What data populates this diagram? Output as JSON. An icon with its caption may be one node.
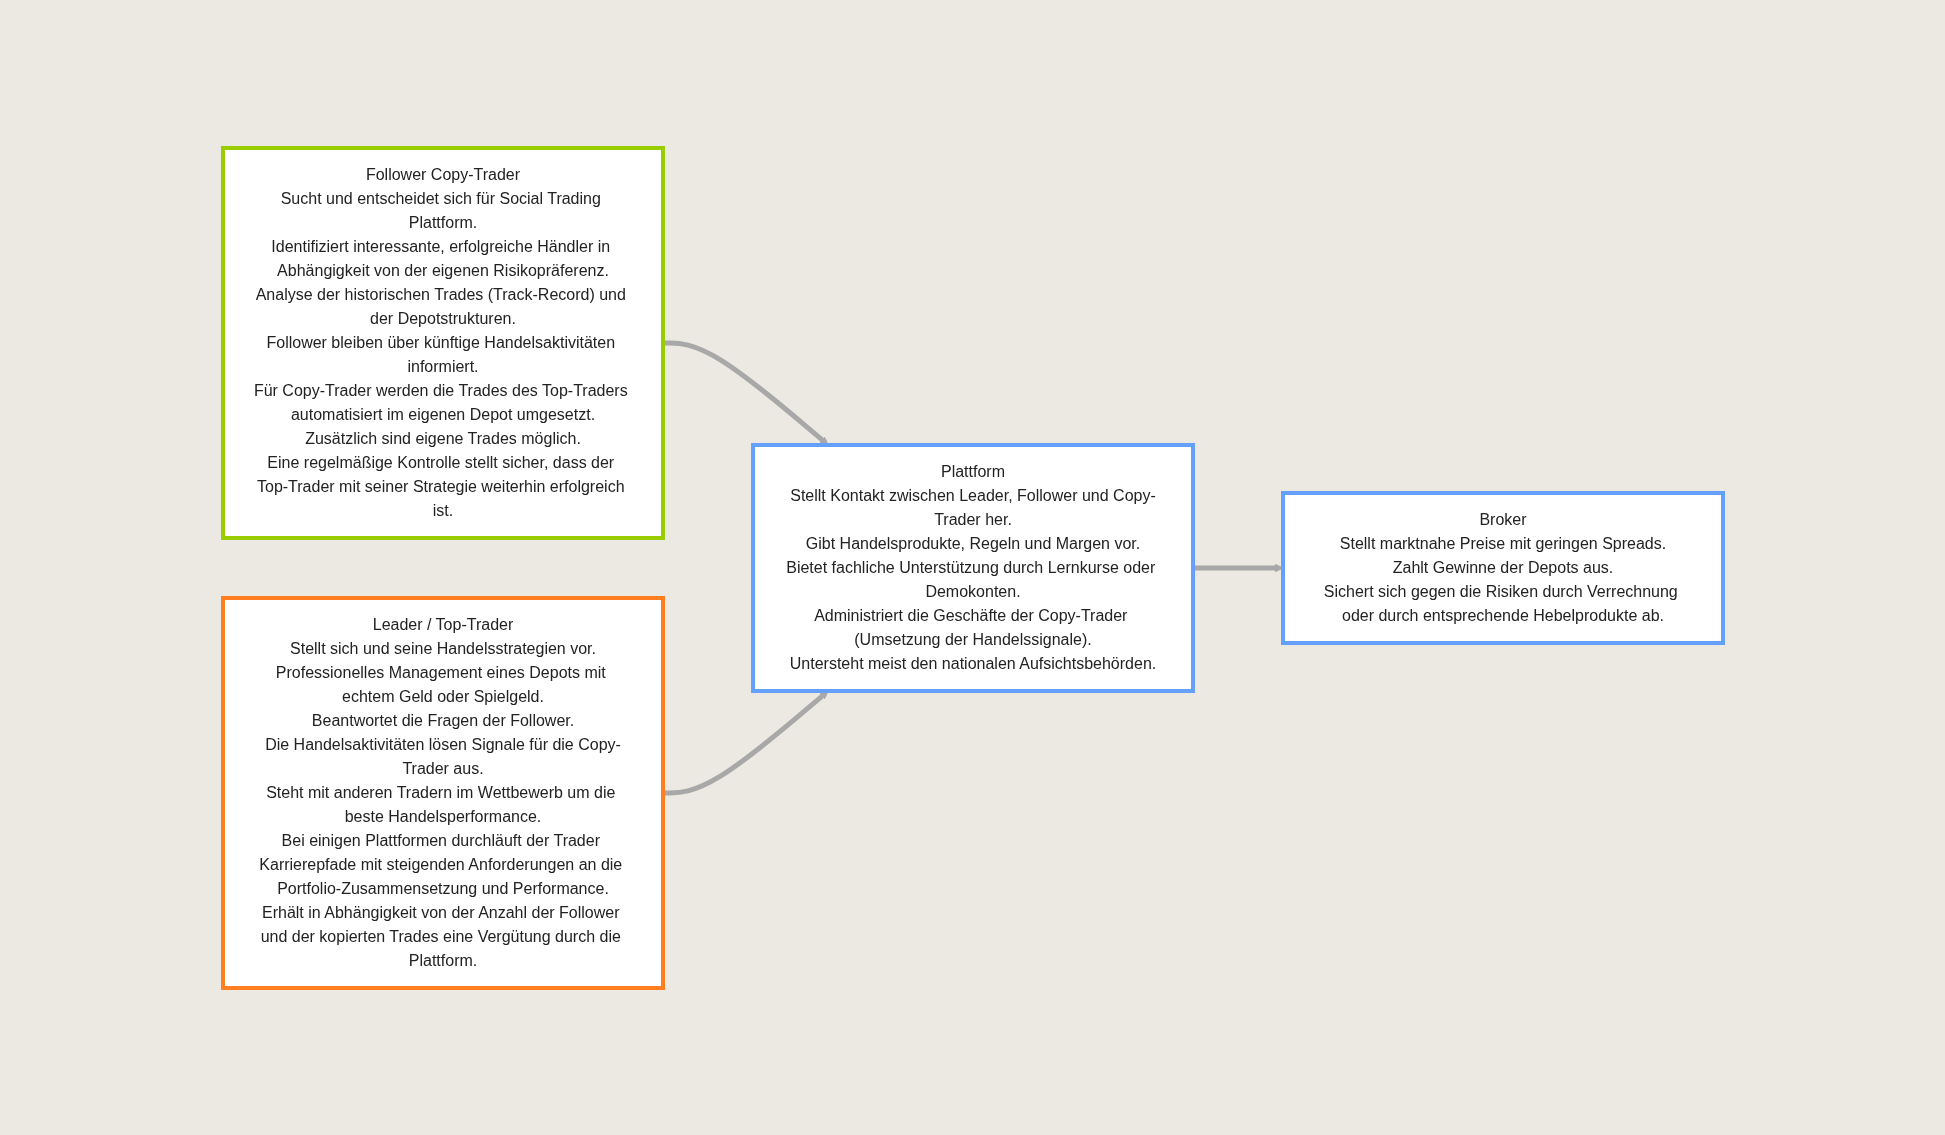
{
  "diagram": {
    "nodes": [
      {
        "text": [
          "Follower Copy-Trader",
          "Sucht und entscheidet sich für Social Trading Plattform.",
          "Identifiziert interessante, erfolgreiche Händler in Abhängigkeit von der eigenen Risikopräferenz.",
          "Analyse der historischen Trades (Track-Record) und der Depotstrukturen.",
          "Follower bleiben über künftige Handelsaktivitäten informiert.",
          "Für Copy-Trader werden die Trades des Top-Traders automatisiert im eigenen Depot umgesetzt.",
          "Zusätzlich sind eigene Trades möglich.",
          "Eine regelmäßige Kontrolle stellt sicher, dass der Top-Trader mit seiner Strategie weiterhin erfolgreich ist."
        ]
      },
      {
        "text": [
          "Plattform",
          "Stellt Kontakt zwischen Leader, Follower und Copy-Trader her.",
          "Gibt Handelsprodukte, Regeln und Margen vor.",
          "Bietet fachliche Unterstützung durch Lernkurse oder Demokonten.",
          "Administriert die Geschäfte der Copy-Trader (Umsetzung der Handelssignale).",
          "Untersteht meist den nationalen Aufsichtsbehörden."
        ]
      },
      {
        "text": [
          "Leader / Top-Trader",
          "Stellt sich und seine Handelsstrategien vor.",
          "Professionelles Management eines Depots mit echtem Geld oder Spielgeld.",
          "Beantwortet die Fragen der Follower.",
          "Die Handelsaktivitäten lösen Signale für die Copy-Trader aus.",
          "Steht mit anderen Tradern im Wettbewerb um die beste Handelsperformance.",
          "Bei einigen Plattformen durchläuft der Trader Karrierepfade mit steigenden Anforderungen an die Portfolio-Zusammensetzung und Performance.",
          "Erhält in Abhängigkeit von der Anzahl der Follower und der kopierten Trades eine Vergütung durch die Plattform."
        ]
      },
      {
        "text": [
          "Broker",
          "Stellt marktnahe Preise mit geringen Spreads.",
          "Zahlt Gewinne der Depots aus.",
          "Sichert sich gegen die Risiken durch Verrechnung oder durch entsprechende Hebelprodukte ab."
        ]
      }
    ],
    "edges": [
      {
        "from": 0,
        "to": 1,
        "arrow": "to"
      },
      {
        "from": 2,
        "to": 1,
        "arrow": "to"
      },
      {
        "from": 1,
        "to": 3,
        "arrow": "to"
      }
    ]
  }
}
